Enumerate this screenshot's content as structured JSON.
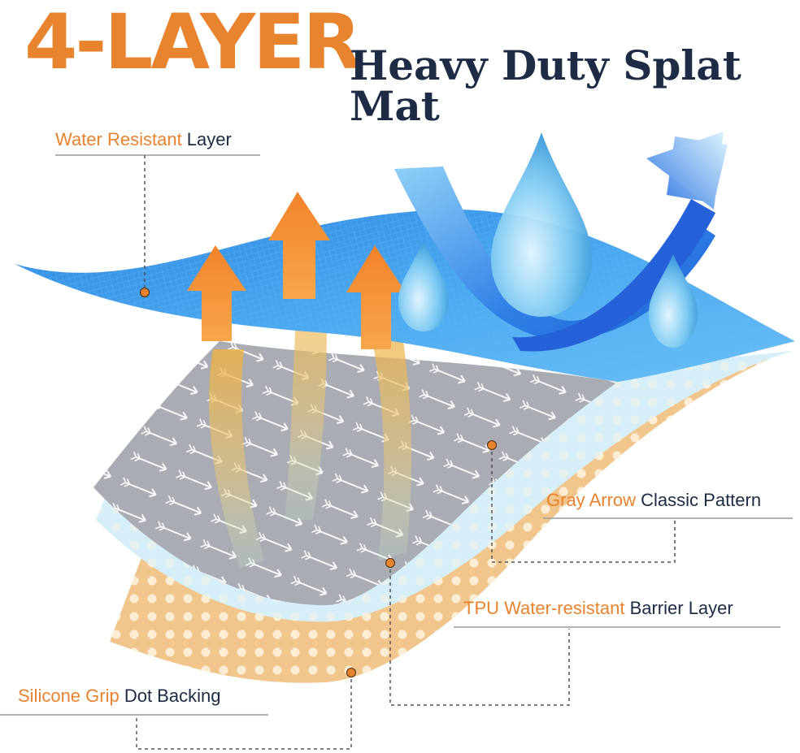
{
  "title": {
    "highlight": "4-LAYER",
    "rest": "Heavy Duty Splat Mat"
  },
  "layers": [
    {
      "highlight": "Water Resistant",
      "rest": " Layer"
    },
    {
      "highlight": "Gray Arrow",
      "rest": " Classic Pattern"
    },
    {
      "highlight": "TPU Water-resistant",
      "rest": " Barrier Layer"
    },
    {
      "highlight": "Silicone Grip",
      "rest": " Dot Backing"
    }
  ],
  "icons": [
    "heat-arrow-icon",
    "water-drop-icon",
    "airflow-arrow-icon",
    "arrow-pattern-icon",
    "dot-pattern-icon"
  ],
  "colors": {
    "orange": "#E8832E",
    "navy": "#1D2B44",
    "blue_layer": "#3E9CEB",
    "gray_layer": "#A9ACB2",
    "tpu_layer": "#D6EEF7",
    "grip_layer": "#F1C68C"
  }
}
